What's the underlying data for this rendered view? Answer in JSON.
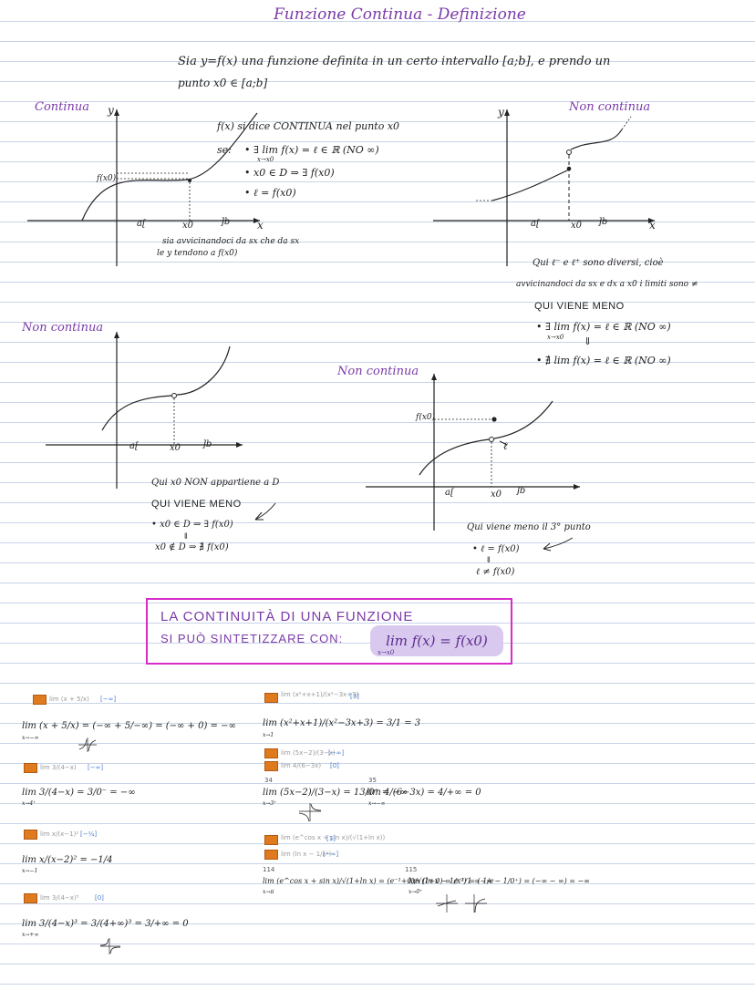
{
  "title": "Funzione Continua - Definizione",
  "intro": {
    "line1": "Sia y=f(x) una funzione definita in un certo intervallo [a;b], e prendo un",
    "line2": "punto x0 ∈ [a;b]"
  },
  "graph_continua": {
    "label": "Continua",
    "def_title": "f(x) si dice CONTINUA nel punto x0",
    "def_se": "se:",
    "cond1": "• ∃ lim f(x) = ℓ ∈ ℝ (NO ∞)",
    "cond1_sub": "x→x0",
    "cond2": "• x0 ∈ D ⇒ ∃ f(x0)",
    "cond3": "• ℓ = f(x0)",
    "y": "y",
    "x": "x",
    "fx0": "f(x0)",
    "a": "a[",
    "x0": "x0",
    "b": "]b",
    "note1": "sia avvicinandoci da sx che da sx",
    "note2": "le y tendono a f(x0)"
  },
  "graph_nc1": {
    "label": "Non continua",
    "y": "y",
    "x": "x",
    "a": "a[",
    "x0": "x0",
    "b": "]b",
    "note1": "Qui ℓ⁻ e ℓ⁺ sono diversi, cioè",
    "note2": "avvicinandoci da sx e dx a x0 i limiti sono ≠",
    "note3": "QUI VIENE MENO",
    "cond": "• ∃ lim f(x) = ℓ ∈ ℝ (NO ∞)",
    "cond_sub": "x→x0",
    "cond_neg": "• ∄ lim f(x) = ℓ ∈ ℝ (NO ∞)",
    "arrow": "⇓"
  },
  "graph_nc2": {
    "label": "Non continua",
    "a": "a[",
    "x0": "x0",
    "b": "]b",
    "note1": "Qui x0 NON appartiene a D",
    "note2": "QUI VIENE MENO",
    "cond": "• x0 ∈ D ⇒ ∃ f(x0)",
    "arrow": "⇓",
    "cond_neg": "x0 ∉ D ⇒ ∄ f(x0)"
  },
  "graph_nc3": {
    "label": "Non continua",
    "fx0": "f(x0)",
    "l": "ℓ",
    "a": "a[",
    "x0": "x0",
    "b": "]b",
    "note1": "Qui viene meno il 3° punto",
    "cond": "• ℓ = f(x0)",
    "arrow": "⇓",
    "cond_neg": "ℓ ≠ f(x0)"
  },
  "summary": {
    "line1": "LA CONTINUITÀ DI UNA FUNZIONE",
    "line2": "SI PUÒ SINTETIZZARE CON:",
    "formula": "lim f(x) = f(x0)",
    "formula_sub": "x→x0"
  },
  "exercises": {
    "left": [
      {
        "ref": "lim (x + 5/x)",
        "tag": "[−∞]",
        "sol": "lim (x + 5/x) = (−∞ + 5/−∞) = (−∞ + 0) = −∞",
        "sub": "x→−∞"
      },
      {
        "ref": "lim 3/(4−x)",
        "tag": "[−∞]",
        "sol": "lim 3/(4−x) = 3/0⁻ = −∞",
        "sub": "x→4⁺"
      },
      {
        "ref": "lim x/(x−1)²",
        "tag": "[−¼]",
        "sol": "lim x/(x−2)² = −1/4",
        "sub": "x→−1"
      },
      {
        "ref": "lim 3/(4−x)³",
        "tag": "[0]",
        "sol": "lim 3/(4−x)³ = 3/(4+∞)³ = 3/+∞ = 0",
        "sub": "x→+∞"
      }
    ],
    "right": [
      {
        "ref": "lim (x²+x+1)/(x²−3x+3)",
        "tag": "[3]",
        "sol": "lim (x²+x+1)/(x²−3x+3) = 3/1 = 3",
        "sub": "x→1"
      },
      {
        "ref": "lim (5x−2)/(3−x)",
        "tag": "[−∞]"
      },
      {
        "ref": "lim 4/(6−3x)",
        "tag": "[0]"
      },
      {
        "num1": "34",
        "num2": "35",
        "sol1": "lim (5x−2)/(3−x) = 13/0⁺ = −∞",
        "sub1": "x→3⁺",
        "sol2": "lim 4/(6−3x) = 4/+∞ = 0",
        "sub2": "x→−∞"
      },
      {
        "ref": "lim (e^cos x + sin x)/(√(1+ln x))",
        "tag": "[1]"
      },
      {
        "ref": "lim (ln x − 1/x²)",
        "tag": "[−∞]"
      },
      {
        "num1": "114",
        "num2": "115",
        "sol1": "lim (e^cos x + sin x)/√(1+ln x) = (e⁻¹+0)/√(1+0) = e⁻¹/1 = 1/e",
        "sub1": "x→π",
        "sol2": "lim (ln x − 1/x²) = (−∞ − 1/0⁺) = (−∞ − ∞) = −∞",
        "sub2": "x→0⁺"
      }
    ]
  },
  "colors": {
    "purple": "#7a3aa8",
    "box_border": "#d82bc8",
    "highlight": "#d9c9ee",
    "icon": "#e07a1e"
  }
}
